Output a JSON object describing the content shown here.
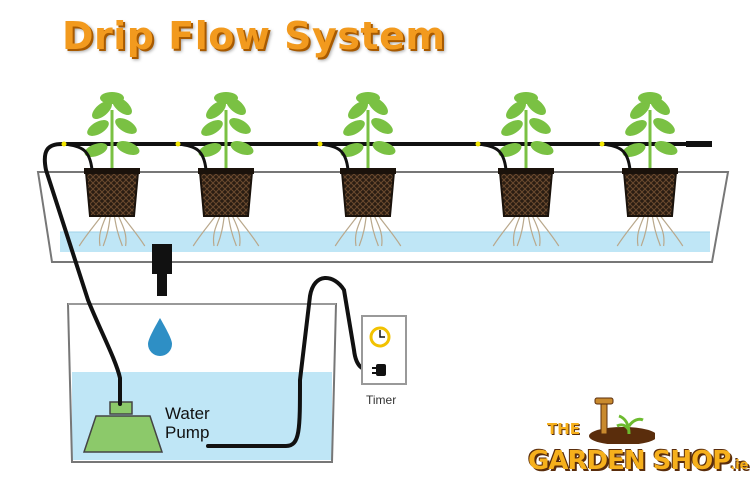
{
  "title": "Drip Flow System",
  "labels": {
    "pump_line1": "Water",
    "pump_line2": "Pump",
    "timer": "Timer"
  },
  "logo": {
    "the": "THE",
    "name": "GARDEN SHOP",
    "suffix": ".ie"
  },
  "colors": {
    "title_orange": "#f29a1e",
    "water": "#bfe6f6",
    "pump_green": "#8cc96a",
    "leaf_green": "#7ac143",
    "tube": "#111111",
    "soil": "#3b2a1a",
    "logo_gold": "#f6b01c"
  },
  "plants": [
    {
      "id": 1
    },
    {
      "id": 2
    },
    {
      "id": 3
    },
    {
      "id": 4
    },
    {
      "id": 5
    }
  ]
}
